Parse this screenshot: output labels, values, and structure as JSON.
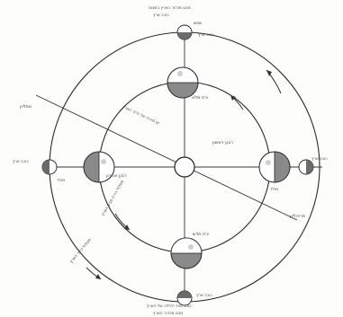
{
  "labels": {
    "top_earth_a": "מבט מכדור הארץ בחצות",
    "top_earth_b": "כוכב ארץ",
    "top_sun_note": "שמש",
    "right_earth": "כוכב ארץ",
    "left_earth": "כוכב ארץ",
    "bottom_earth": "כוכב ארץ",
    "bottom_note_a": "כוכב בצד הלילה של הארץ",
    "bottom_note_b": "מבט מכדור הארץ",
    "top_moon": "ירח מלא",
    "right_moon": "רבע ראשון",
    "left_moon": "רבע אחרון",
    "bottom_moon": "ירח חדש",
    "right_moon_sub": "מולד",
    "left_moon_sub": "מולד",
    "diag_upper": "אפליון",
    "diag_lower": "פריהליון",
    "axis_label": "קו מרכזי של כדור הארץ",
    "inner_arc_label": "מסלול הירח סביב הארץ",
    "outer_arc_label": "מסלול כדור הארץ"
  },
  "colors": {
    "line": "#2b2b2b",
    "shade": "#8a8a8a",
    "light": "#ffffff"
  }
}
